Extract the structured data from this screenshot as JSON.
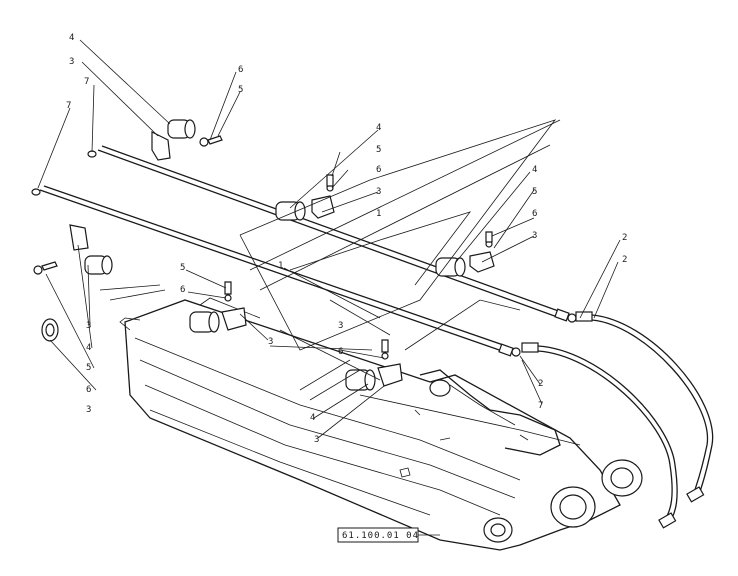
{
  "reference_code": "61.100.01 04",
  "callouts": [
    {
      "id": "c1",
      "text": "4"
    },
    {
      "id": "c2",
      "text": "3"
    },
    {
      "id": "c3",
      "text": "7"
    },
    {
      "id": "c4",
      "text": "7"
    },
    {
      "id": "c5",
      "text": "6"
    },
    {
      "id": "c6",
      "text": "5"
    },
    {
      "id": "c7",
      "text": "4"
    },
    {
      "id": "c8",
      "text": "5"
    },
    {
      "id": "c9",
      "text": "6"
    },
    {
      "id": "c10",
      "text": "3"
    },
    {
      "id": "c11",
      "text": "1"
    },
    {
      "id": "c12",
      "text": "4"
    },
    {
      "id": "c13",
      "text": "5"
    },
    {
      "id": "c14",
      "text": "6"
    },
    {
      "id": "c15",
      "text": "3"
    },
    {
      "id": "c16",
      "text": "2"
    },
    {
      "id": "c17",
      "text": "2"
    },
    {
      "id": "c18",
      "text": "1"
    },
    {
      "id": "c19",
      "text": "5"
    },
    {
      "id": "c20",
      "text": "6"
    },
    {
      "id": "c21",
      "text": "3"
    },
    {
      "id": "c22",
      "text": "3"
    },
    {
      "id": "c23",
      "text": "6"
    },
    {
      "id": "c24",
      "text": "2"
    },
    {
      "id": "c25",
      "text": "7"
    },
    {
      "id": "c26",
      "text": "4"
    },
    {
      "id": "c27",
      "text": "3"
    },
    {
      "id": "c28",
      "text": "3"
    },
    {
      "id": "c29",
      "text": "4"
    },
    {
      "id": "c30",
      "text": "5"
    },
    {
      "id": "c31",
      "text": "6"
    },
    {
      "id": "c32",
      "text": "3"
    }
  ]
}
